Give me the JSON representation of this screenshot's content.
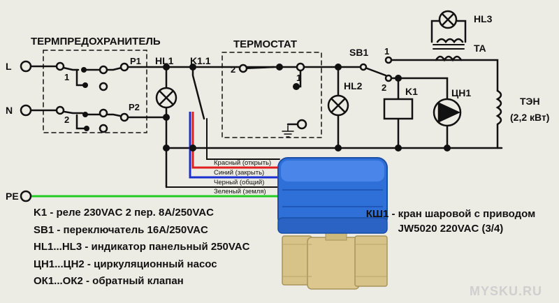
{
  "labels": {
    "termfuse": "ТЕРМПРЕДОХРАНИТЕЛЬ",
    "thermostat": "ТЕРМОСТАТ",
    "hl1": "HL1",
    "k11": "K1.1",
    "sb1": "SB1",
    "hl2": "HL2",
    "k1": "K1",
    "cn1": "ЦН1",
    "hl3": "HL3",
    "ta": "TA",
    "ten_title": "ТЭН",
    "ten_power": "(2,2 кВт)",
    "line_l": "L",
    "line_n": "N",
    "line_pe": "PE",
    "p1": "P1",
    "p2": "P2",
    "fuse_pin1": "1",
    "fuse_pin2": "2",
    "thermo_pin2": "2",
    "thermo_pin1": "1",
    "sb1_pin1": "1",
    "sb1_pin2": "2"
  },
  "wires": {
    "red": "Красный (открыть)",
    "blue": "Синий (закрыть)",
    "black": "Черный (общий)",
    "green": "Зеленый (земля)"
  },
  "legend": [
    "K1 - реле 230VAC 2 пер. 8А/250VAC",
    "SB1 - переключатель 16A/250VAC",
    "HL1...HL3 - индикатор панельный 250VAC",
    "ЦН1...ЦН2 - циркуляционный насос",
    "ОК1...ОК2 - обратный клапан"
  ],
  "valve": {
    "caption_line1": "КШ1 - кран шаровой с приводом",
    "caption_line2": "JW5020 220VAC (3/4)"
  },
  "watermark": "MYSKU.RU",
  "colors": {
    "wire": "#111111",
    "red_wire": "#e02020",
    "blue_wire": "#1a2fd0",
    "green_wire": "#22cc22",
    "actuator": "#2f6fd8",
    "brass": "#d8c48a",
    "background": "#ecebe4"
  }
}
